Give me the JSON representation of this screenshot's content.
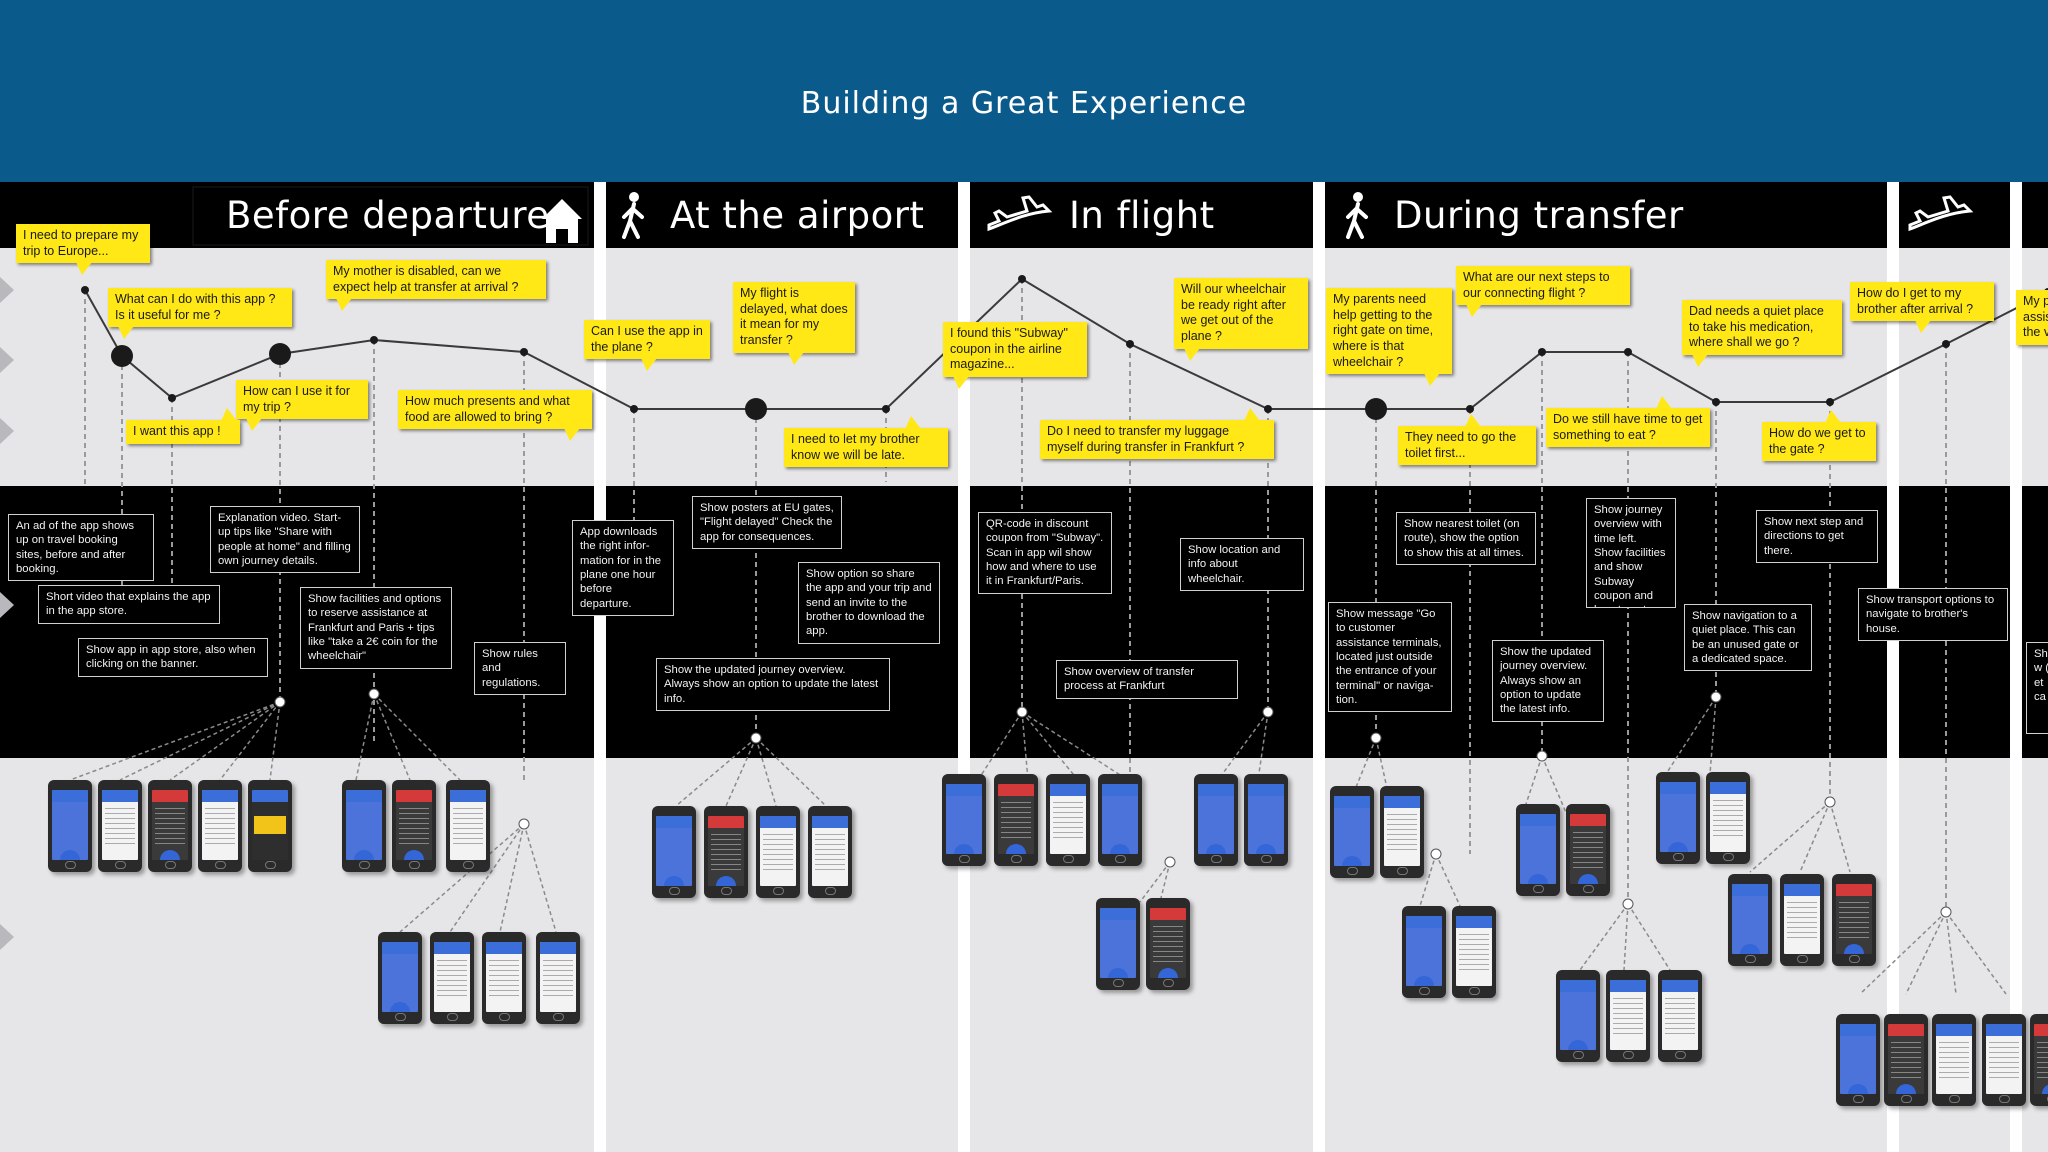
{
  "header": {
    "title": "Building a Great Experience"
  },
  "colors": {
    "header": "#0b5a8c",
    "note": "#ffe815",
    "line": "#444444"
  },
  "lanes": [
    {
      "title": "Before departure",
      "icon": "house-icon"
    },
    {
      "title": "At the airport",
      "icon": "walking-person-icon"
    },
    {
      "title": "In flight",
      "icon": "airplane-icon"
    },
    {
      "title": "During transfer",
      "icon": "walking-person-icon"
    },
    {
      "title": "",
      "icon": "airplane-icon"
    }
  ],
  "questions": [
    "I need to prepare my trip to Europe...",
    "What can I do with this app ? Is it useful for me ?",
    "My mother is disabled, can we expect help at transfer at arrival ?",
    "How can I use it for my trip ?",
    "I want this app !",
    "How much presents and what food are allowed to bring ?",
    "Can I use the app in the plane ?",
    "My flight is delayed, what does it mean for my transfer ?",
    "I need to let my brother know we will be late.",
    "I found this \"Subway\" coupon in the airline magazine...",
    "Will our wheelchair be ready right after we get out of the plane ?",
    "Do I need to transfer my luggage myself during transfer in Frankfurt ?",
    "My parents need help getting to the right gate on time, where is that wheelchair ?",
    "What are our next steps to our connecting flight ?",
    "They need to go the toilet first...",
    "Do we still have time to get something to eat ?",
    "Dad needs a quiet place to take his medication, where shall we go ?",
    "How do we get to the gate ?",
    "How do I get to my brother after arrival ?",
    "My p assis the v"
  ],
  "touchpoints": [
    "An ad of the app shows up on travel booking sites, before and after booking.",
    "Explanation video. Start-up tips like \"Share with people at home\" and filling own journey details.",
    "Short video that explains the app in the app store.",
    "Show facilities and options to reserve assistance at Frankfurt and Paris + tips like \"take a 2€ coin for the wheelchair\"",
    "Show app in app store, also when clicking on the banner.",
    "Show rules and regulations.",
    "App downloads the right infor- mation for in the plane one hour before departure.",
    "Show posters at EU gates, \"Flight delayed\" Check the app for consequences.",
    "Show option so share the app and your trip and send an invite to the brother to download the app.",
    "Show the updated journey overview. Always show an option to update the latest info.",
    "QR-code in discount coupon from \"Subway\". Scan in app wil show how and where to use it in Frankfurt/Paris.",
    "Show location and info about wheelchair.",
    "Show overview of transfer process at Frankfurt",
    "Show nearest toilet (on route), show the option to show this at all times.",
    "Show journey overview with time left. Show facilities and show Subway coupon and how to get there.",
    "Show next step and directions to get there.",
    "Show message \"Go to customer assistance terminals, located just outside the entrance of your terminal\" or naviga- tion.",
    "Show the updated journey overview. Always show an option to update the latest info.",
    "Show navigation to a quiet place. This can be an unused gate or a dedicated space.",
    "Show transport options to navigate to brother's house.",
    "Sh w (y et ca"
  ]
}
